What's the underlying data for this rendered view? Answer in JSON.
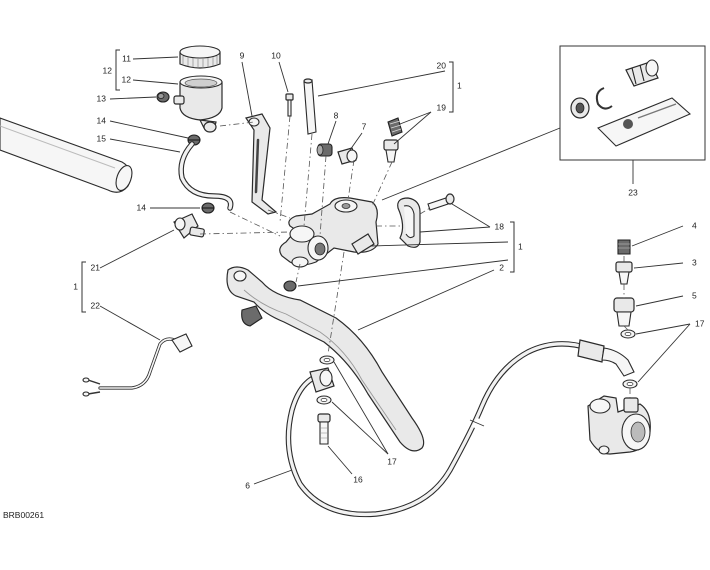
{
  "diagram_code": "BRB00261",
  "callouts": {
    "c1a": "1",
    "c1b": "1",
    "c1c": "1",
    "c2": "2",
    "c3": "3",
    "c4": "4",
    "c5": "5",
    "c6": "6",
    "c7": "7",
    "c8": "8",
    "c9": "9",
    "c10": "10",
    "c11": "11",
    "c12": "12",
    "c13": "13",
    "c14a": "14",
    "c14b": "14",
    "c15": "15",
    "c16": "16",
    "c17a": "17",
    "c17b": "17",
    "c18": "18",
    "c19": "19",
    "c20": "20",
    "c21": "21",
    "c22": "22",
    "c23": "23"
  }
}
